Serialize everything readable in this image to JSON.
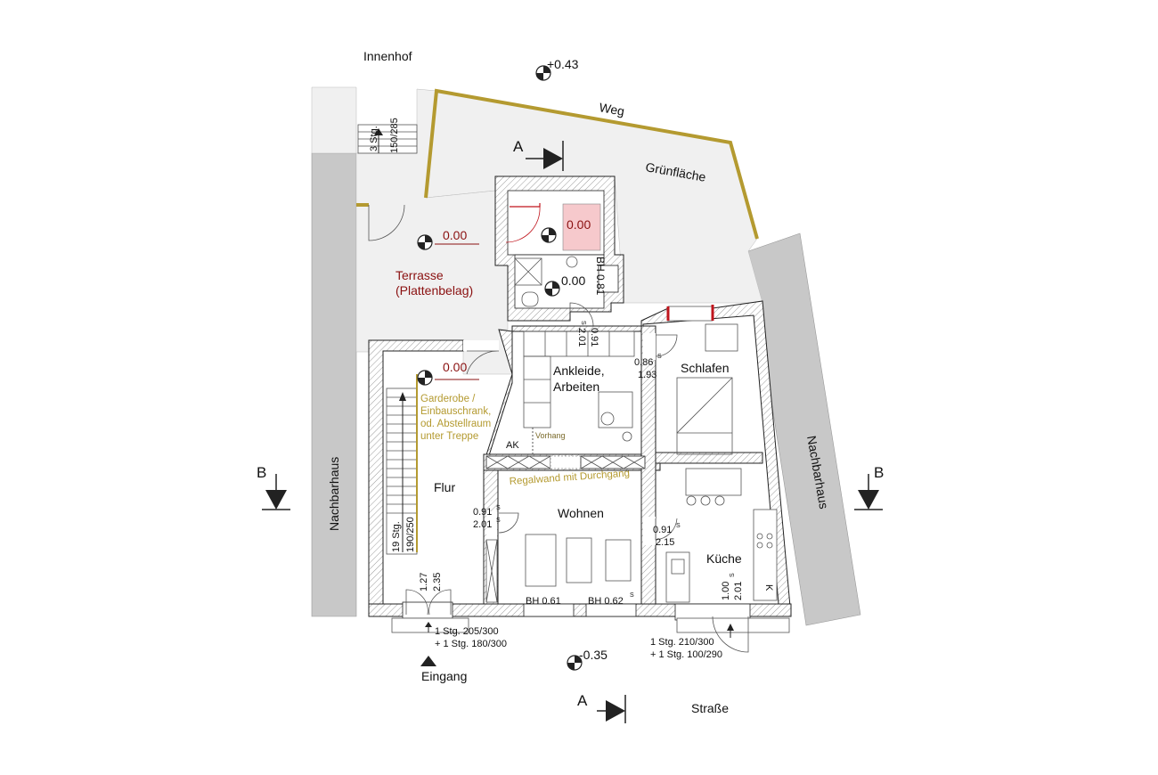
{
  "labels": {
    "innenhof": "Innenhof",
    "weg": "Weg",
    "gruenflaeche": "Grünfläche",
    "terrasse_line1": "Terrasse",
    "terrasse_line2": "(Plattenbelag)",
    "nachbarhaus_left": "Nachbarhaus",
    "nachbarhaus_right": "Nachbarhaus",
    "strasse": "Straße",
    "eingang": "Eingang",
    "section_a": "A",
    "section_b": "B"
  },
  "levels": {
    "top": "+0.43",
    "terrace": "0.00",
    "bath_upper": "0.00",
    "bath_lower": "0.00",
    "flur": "0.00",
    "street": "-0.35"
  },
  "rooms": {
    "ankleide_line1": "Ankleide,",
    "ankleide_line2": "Arbeiten",
    "schlafen": "Schlafen",
    "flur": "Flur",
    "wohnen": "Wohnen",
    "kueche": "Küche",
    "ak": "AK"
  },
  "notes": {
    "garderobe": [
      "Garderobe /",
      "Einbauschrank,",
      "od. Abstellraum",
      "unter Treppe"
    ],
    "regalwand": "Regalwand mit Durchgang",
    "vorhang": "Vorhang",
    "kitchen_k": "K"
  },
  "dimensions": {
    "stairs_top": "3 Stg.",
    "stairs_top_ratio": "150/285",
    "stairs_flur": "19 Stg.",
    "stairs_flur_ratio": "190/250",
    "bath_window": "BH 0.81",
    "door_bath_w": "0.91",
    "door_bath_h": "2.01",
    "door_schlafen_w": "0.86",
    "door_schlafen_h": "1.93",
    "door_wohnen_w": "0.91",
    "door_wohnen_h": "2.01",
    "door_kueche_w": "0.91",
    "door_kueche_h": "2.15",
    "entry_door_w": "1.27",
    "entry_door_h": "2.35",
    "window_1": "BH 0.61",
    "window_2": "BH 0.62",
    "kitchen_door_w": "1.00",
    "kitchen_door_h": "2.01",
    "steps_entry_1": "1 Stg. 205/300",
    "steps_entry_2": "+ 1 Stg. 180/300",
    "steps_kitchen_1": "1 Stg. 210/300",
    "steps_kitchen_2": "+ 1 Stg. 100/290",
    "sup_s": "S"
  },
  "colors": {
    "wall_hatch": "#9a9a9a",
    "neighbour_fill": "#c8c8c8",
    "ground_fill": "#f0f0f0",
    "gold": "#b49a30",
    "level_red": "#8a1010",
    "shower_pink": "#f6c9cc",
    "window_red": "#c0141c"
  }
}
